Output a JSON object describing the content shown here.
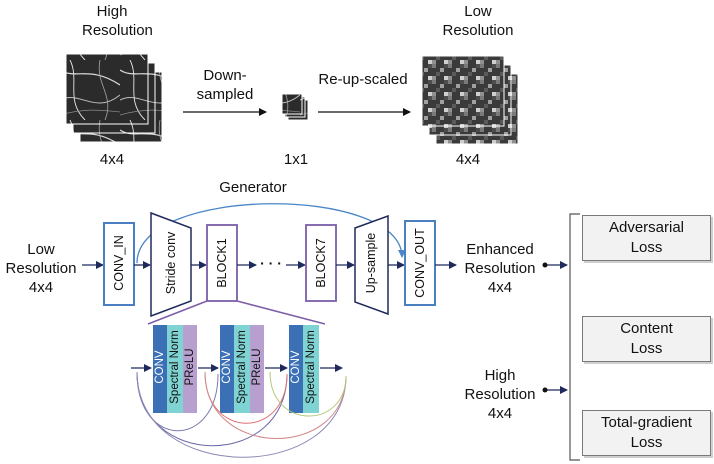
{
  "top": {
    "hr_title": [
      "High",
      "Resolution"
    ],
    "hr_size": "4x4",
    "downsample_label": [
      "Down-",
      "sampled"
    ],
    "mid_size": "1x1",
    "reupscale_label": "Re-up-scaled",
    "lr_title": [
      "Low",
      "Resolution"
    ],
    "lr_size": "4x4"
  },
  "generator": {
    "title": "Generator",
    "input_label": [
      "Low",
      "Resolution",
      "4x4"
    ],
    "blocks": {
      "conv_in": "CONV_IN",
      "stride_conv": "Stride conv",
      "block1": "BLOCK1",
      "dots": "· · ·",
      "block7": "BLOCK7",
      "upsample": "Up-sample",
      "conv_out": "CONV_OUT"
    },
    "output_label": [
      "Enhanced",
      "Resolution",
      "4x4"
    ]
  },
  "block_detail": {
    "conv": "CONV",
    "spectral_norm": "Spectral Norm",
    "prelu": "PReLU"
  },
  "hr_input": [
    "High",
    "Resolution",
    "4x4"
  ],
  "losses": {
    "adversarial": [
      "Adversarial",
      "Loss"
    ],
    "content": [
      "Content",
      "Loss"
    ],
    "total_gradient": [
      "Total-gradient",
      "Loss"
    ]
  },
  "colors": {
    "arrow": "#1f2a5c",
    "conv_in_border": "#4a7fc1",
    "block_border": "#7b5ea7",
    "conv_bar": "#3b6fb6",
    "spectral_bar": "#7fd3d3",
    "prelu_bar": "#b7a0cf",
    "gen_arc": "#4a86c8"
  }
}
